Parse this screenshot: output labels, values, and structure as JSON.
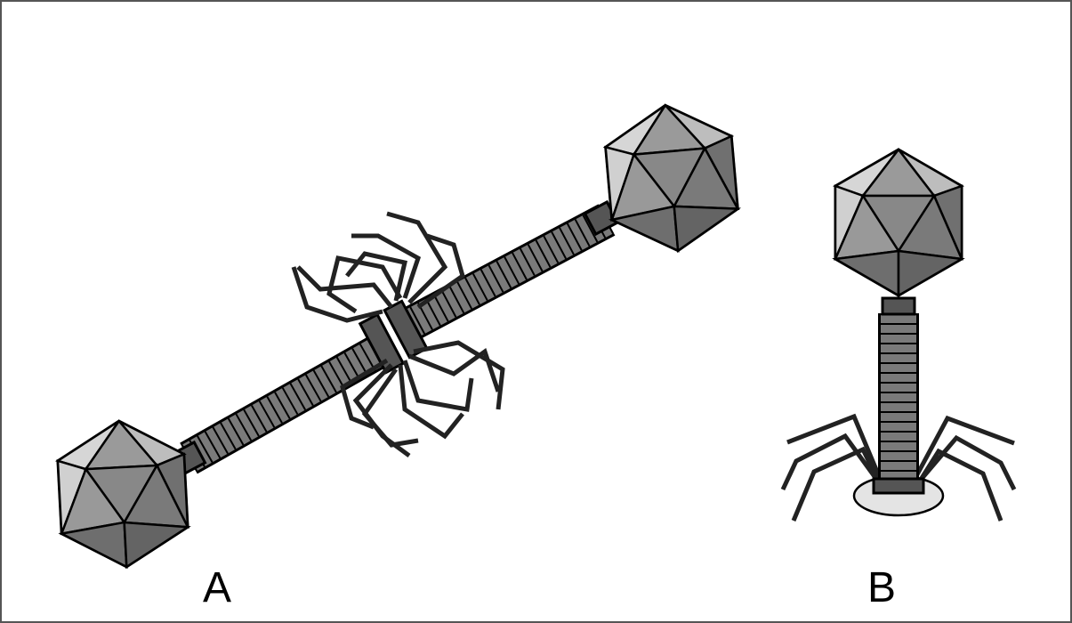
{
  "figure": {
    "panels": [
      {
        "id": "A",
        "label": "A",
        "subject": "two-bacteriophages-joined-at-tail-fibers"
      },
      {
        "id": "B",
        "label": "B",
        "subject": "single-bacteriophage-on-baseplate"
      }
    ],
    "colors": {
      "face_light": "#d0d0d0",
      "face_mid": "#8f8f8f",
      "face_dark": "#6a6a6a",
      "tail": "#7a7a7a",
      "outline": "#000000",
      "base_disc": "#e4e4e4",
      "frame": "#555555"
    }
  }
}
